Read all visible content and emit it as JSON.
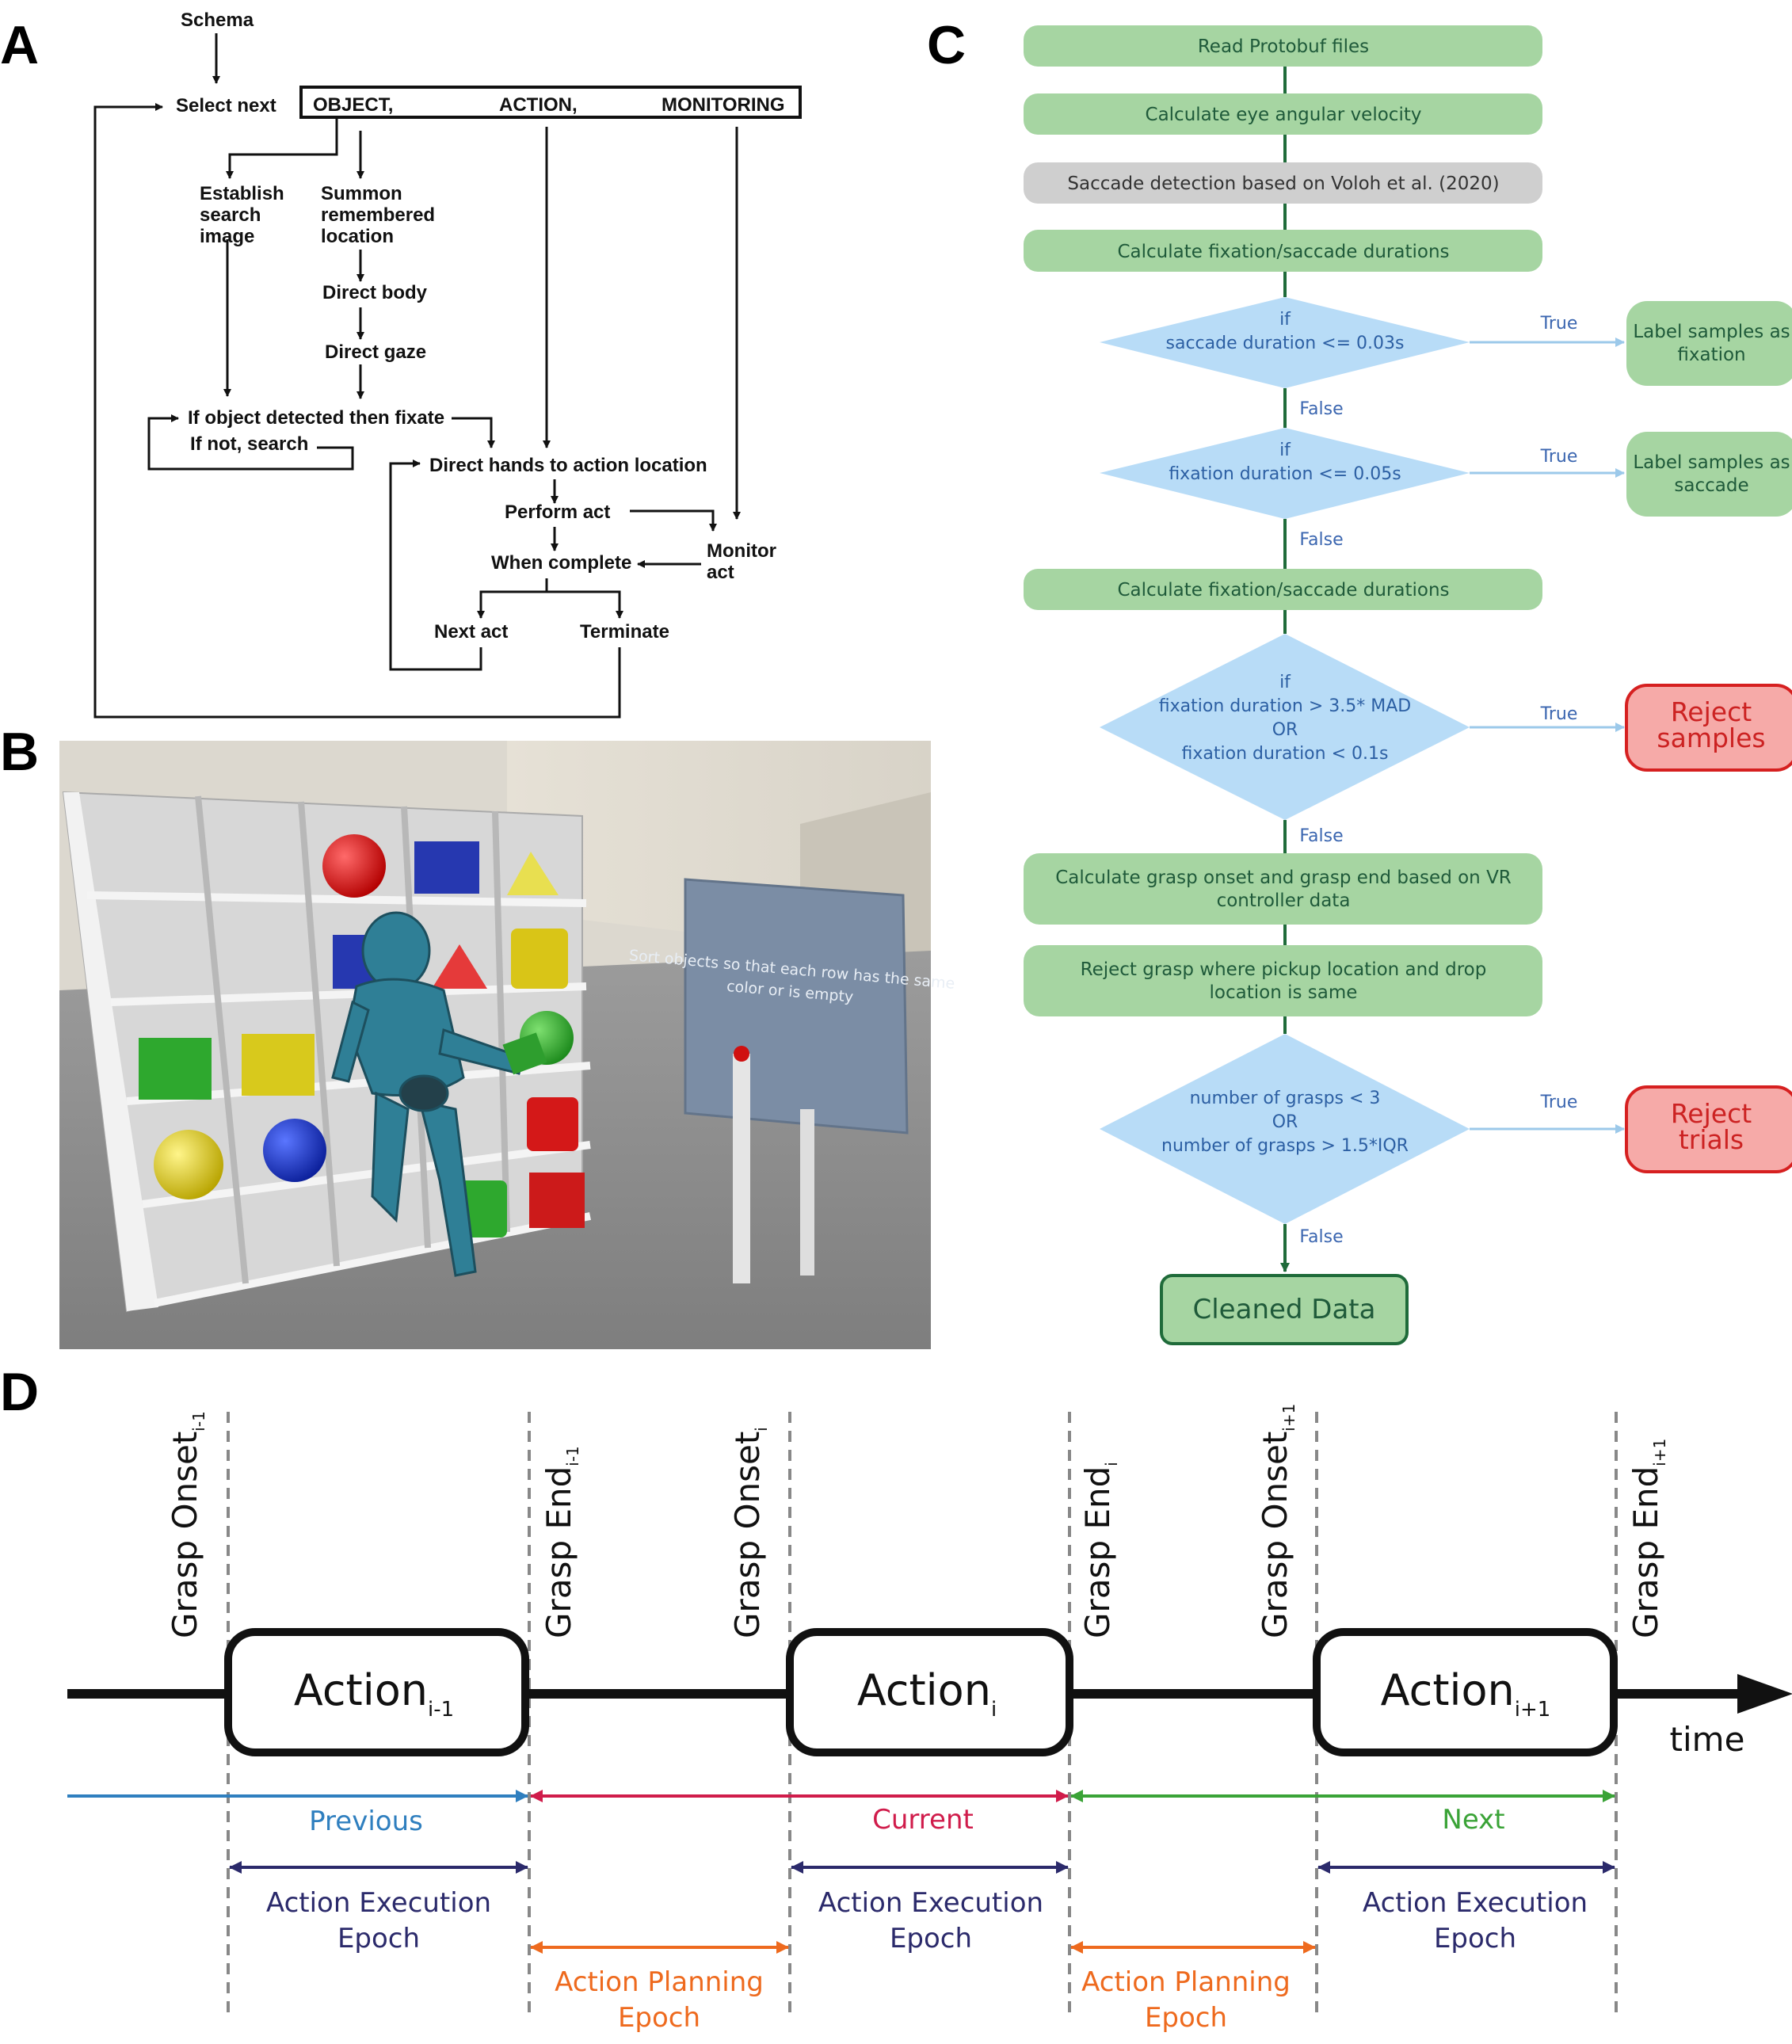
{
  "panels": {
    "a": "A",
    "b": "B",
    "c": "C",
    "d": "D"
  },
  "panel_a": {
    "schema": "Schema",
    "select_next": "Select next",
    "object": "OBJECT,",
    "action": "ACTION,",
    "monitoring": "MONITORING",
    "establish": [
      "Establish",
      "search",
      "image"
    ],
    "summon": [
      "Summon",
      "remembered",
      "location"
    ],
    "direct_body": "Direct body",
    "direct_gaze": "Direct gaze",
    "if_detected": "If object detected then fixate",
    "if_not": "If not, search",
    "direct_hands": "Direct hands to action location",
    "perform": "Perform act",
    "when_complete": "When complete",
    "monitor": [
      "Monitor",
      "act"
    ],
    "next_act": "Next act",
    "terminate": "Terminate"
  },
  "panel_b": {
    "sign_text": [
      "Sort objects so that each row has the same",
      "color or is empty"
    ]
  },
  "panel_c": {
    "steps": [
      "Read Protobuf files",
      "Calculate eye angular velocity",
      "Saccade detection based on Voloh et al. (2020)",
      "Calculate fixation/saccade durations"
    ],
    "d1": [
      "if",
      "saccade duration <= 0.03s"
    ],
    "d1_true": "Label samples as fixation",
    "d2": [
      "if",
      "fixation duration <= 0.05s"
    ],
    "d2_true": "Label samples as saccade",
    "step5": "Calculate fixation/saccade durations",
    "d3": [
      "if",
      "fixation duration > 3.5* MAD",
      "OR",
      "fixation duration < 0.1s"
    ],
    "d3_true": [
      "Reject",
      "samples"
    ],
    "step6": [
      "Calculate grasp onset and grasp end based on VR",
      "controller data"
    ],
    "step7": [
      "Reject grasp where pickup location and drop",
      "location is same"
    ],
    "d4": [
      "number of grasps < 3",
      "OR",
      "number of grasps > 1.5*IQR"
    ],
    "d4_true": [
      "Reject",
      "trials"
    ],
    "end": "Cleaned Data",
    "true_label": "True",
    "false_label": "False",
    "colors": {
      "green": "#a6d5a2",
      "grey": "#cfcfcf",
      "blue": "#b8dcf7",
      "red": "#f6aaa8"
    }
  },
  "panel_d": {
    "markers": [
      {
        "name": "Grasp Onset",
        "sub": "i-1"
      },
      {
        "name": "Grasp End",
        "sub": "i-1"
      },
      {
        "name": "Grasp Onset",
        "sub": "i"
      },
      {
        "name": "Grasp End",
        "sub": "i"
      },
      {
        "name": "Grasp Onset",
        "sub": "i+1"
      },
      {
        "name": "Grasp End",
        "sub": "i+1"
      }
    ],
    "actions": [
      {
        "name": "Action",
        "sub": "i-1"
      },
      {
        "name": "Action",
        "sub": "i"
      },
      {
        "name": "Action",
        "sub": "i+1"
      }
    ],
    "time": "time",
    "previous": "Previous",
    "current": "Current",
    "next": "Next",
    "execution": [
      "Action Execution",
      "Epoch"
    ],
    "planning": [
      "Action Planning",
      "Epoch"
    ],
    "colors": {
      "previous": "#2f7fbf",
      "current": "#d01c4b",
      "next": "#3aa337",
      "execution": "#2b2a6b",
      "planning": "#ee6a1e"
    }
  }
}
